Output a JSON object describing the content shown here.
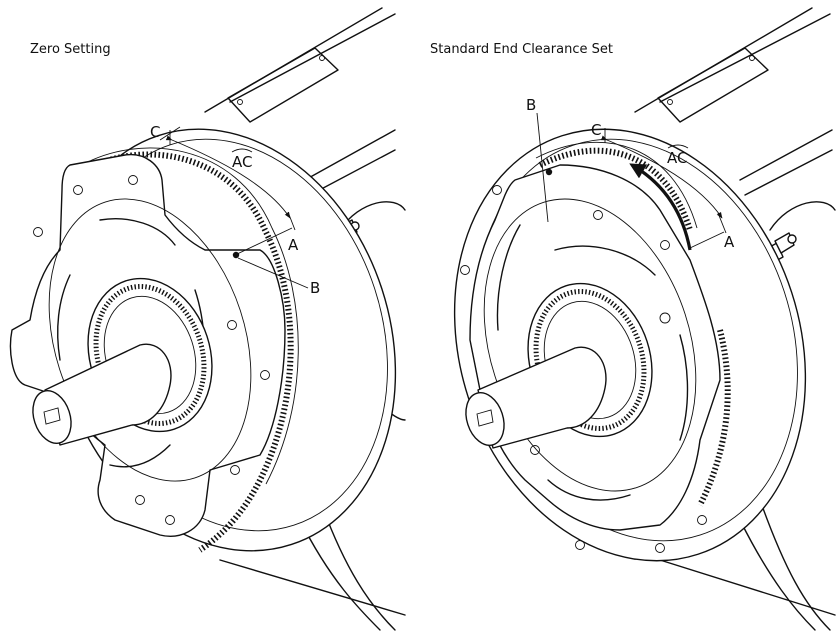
{
  "panels": [
    {
      "title": "Zero Setting",
      "labels": {
        "c": "C",
        "ac": "AC",
        "a": "A",
        "b": "B"
      }
    },
    {
      "title": "Standard End Clearance Set",
      "labels": {
        "c": "C",
        "ac": "AC",
        "a": "A",
        "b": "B"
      }
    }
  ]
}
